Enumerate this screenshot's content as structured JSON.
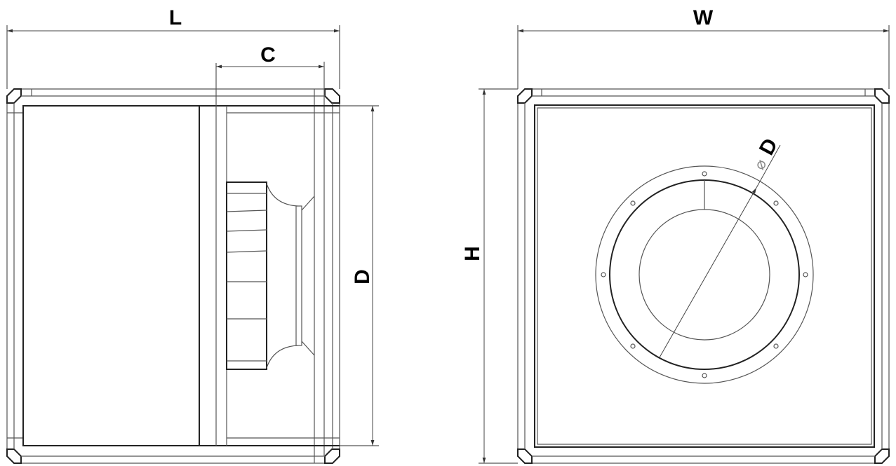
{
  "dimensions": {
    "length": "L",
    "inlet_offset": "C",
    "diameter_side": "D",
    "width": "W",
    "height": "H",
    "diameter_symbol": "⌀",
    "diameter_front": "D"
  }
}
